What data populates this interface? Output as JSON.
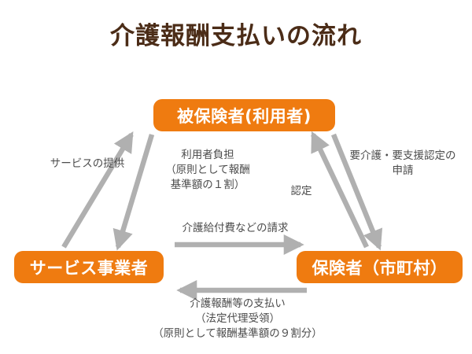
{
  "title": "介護報酬支払いの流れ",
  "colors": {
    "node_fill": "#ef7b10",
    "node_text": "#ffffff",
    "title_text": "#4b2c17",
    "arrow": "#b0b0b0",
    "label_text": "#4c4c4c",
    "background": "#ffffff"
  },
  "nodes": {
    "insured": "被保険者(利用者)",
    "provider": "サービス事業者",
    "insurer": "保険者（市町村）"
  },
  "labels": {
    "service": "サービスの提供",
    "copay_line1": "利用者負担",
    "copay_line2": "（原則として報酬",
    "copay_line3": "基準額の１割）",
    "certification": "認定",
    "application_line1": "要介護・要支援認定の",
    "application_line2": "申請",
    "claim": "介護給付費などの請求",
    "payment_line1": "介護報酬等の支払い",
    "payment_line2": "（法定代理受領）",
    "payment_line3": "（原則として報酬基準額の９割分）"
  },
  "arrows": [
    {
      "name": "service-provision",
      "from": "provider",
      "to": "insured",
      "direction": "up-right"
    },
    {
      "name": "user-copayment",
      "from": "insured",
      "to": "provider",
      "direction": "down-left"
    },
    {
      "name": "certification",
      "from": "insurer",
      "to": "insured",
      "direction": "up-left"
    },
    {
      "name": "certification-application",
      "from": "insured",
      "to": "insurer",
      "direction": "down-right"
    },
    {
      "name": "benefit-claim",
      "from": "provider",
      "to": "insurer",
      "direction": "right"
    },
    {
      "name": "remuneration-payment",
      "from": "insurer",
      "to": "provider",
      "direction": "left"
    }
  ]
}
